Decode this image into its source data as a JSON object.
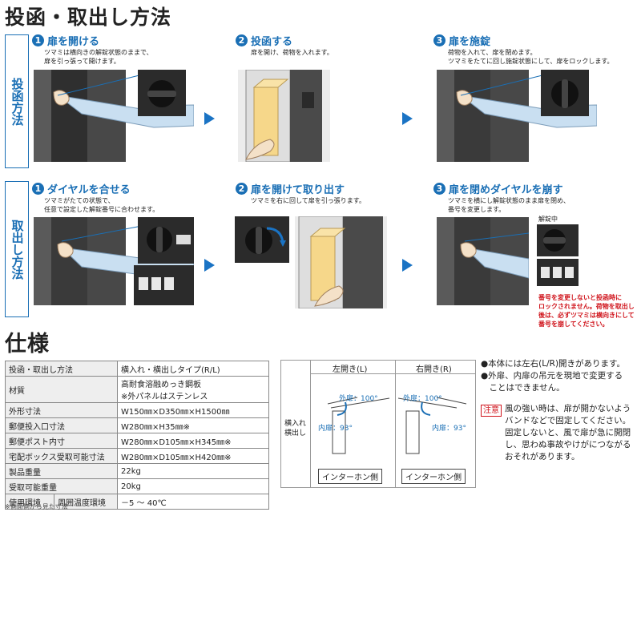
{
  "title": "投函・取出し方法",
  "side_labels": {
    "top": "投函方法",
    "bottom": "取出し方法"
  },
  "deposit_steps": [
    {
      "num": "1",
      "title": "扉を開ける",
      "desc": "ツマミは横向きの解錠状態のままで、\n扉を引っ張って開けます。"
    },
    {
      "num": "2",
      "title": "投函する",
      "desc": "扉を開け、荷物を入れます。"
    },
    {
      "num": "3",
      "title": "扉を施錠",
      "desc": "荷物を入れて、扉を閉めます。\nツマミをたてに回し施錠状態にして、扉をロックします。"
    }
  ],
  "retrieve_steps": [
    {
      "num": "1",
      "title": "ダイヤルを合せる",
      "desc": "ツマミがたての状態で、\n任意で設定した解錠番号に合わせます。"
    },
    {
      "num": "2",
      "title": "扉を開けて取り出す",
      "desc": "ツマミを右に回して扉を引っ張ります。"
    },
    {
      "num": "3",
      "title": "扉を閉めダイヤルを崩す",
      "desc": "ツマミを横にし解錠状態のまま扉を閉め、\n番号を変更します。"
    }
  ],
  "unlock_label": "解錠中",
  "warning_red": "番号を変更しないと投函時に\nロックされません。荷物を取出し\n後は、必ずツマミは横向きにして\n番号を崩してください。",
  "spec_title": "仕様",
  "spec_rows": [
    {
      "k": "投函・取出し方法",
      "v": "横入れ・横出しタイプ(R/L)"
    },
    {
      "k": "材質",
      "v": "高耐食溶融めっき鋼板\n※外パネルはステンレス"
    },
    {
      "k": "外形寸法",
      "v": "W150㎜×D350㎜×H1500㎜"
    },
    {
      "k": "郵便投入口寸法",
      "v": "W280㎜×H35㎜※"
    },
    {
      "k": "郵便ポスト内寸",
      "v": "W280㎜×D105㎜×H345㎜※"
    },
    {
      "k": "宅配ボックス受取可能寸法",
      "v": "W280㎜×D105㎜×H420㎜※"
    },
    {
      "k": "製品重量",
      "v": "22kg"
    },
    {
      "k": "受取可能重量",
      "v": "20kg"
    }
  ],
  "env_row": {
    "k": "使用環境",
    "k2": "周囲温度環境",
    "v": "－5 ～ 40℃"
  },
  "spec_footnote": "※側面側から見た寸法",
  "diagram": {
    "row_label": "横入れ\n横出し",
    "left_header": "左開き(L)",
    "right_header": "右開き(R)",
    "outer_label": "外扉：100°",
    "inner_label": "内扉：93°",
    "interphone": "インターホン側"
  },
  "notes": [
    "●本体には左右(L/R)開きがあります。",
    "●外扉、内扉の吊元を現地で変更する\n　ことはできません。"
  ],
  "caution_tag": "注意",
  "caution_text": "風の強い時は、扉が開かないよう\nバンドなどで固定してください。\n固定しないと、風で扉が急に開閉\nし、思わぬ事故やけがにつながる\nおそれがあります。",
  "colors": {
    "accent": "#1a6fb5",
    "arrow": "#1a73c4",
    "warning": "#d0141c",
    "box_dark": "#454545",
    "parcel": "#f6d78a",
    "sleeve": "#c9dff1"
  }
}
